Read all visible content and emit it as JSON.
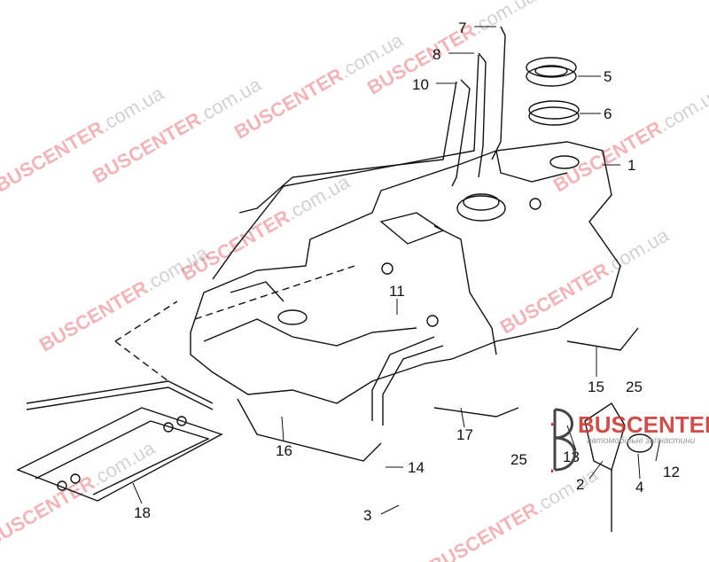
{
  "watermark": {
    "brand": "BUSCENTER",
    "domain": ".com.ua"
  },
  "logo": {
    "name": "BUSCENTER",
    "tagline": "автомобільні запчастини"
  },
  "part_labels": {
    "p1": "1",
    "p2": "2",
    "p3": "3",
    "p4": "4",
    "p5": "5",
    "p6": "6",
    "p7": "7",
    "p8": "8",
    "p10": "10",
    "p11": "11",
    "p12": "12",
    "p13": "13",
    "p14": "14",
    "p15": "15",
    "p16": "16",
    "p17": "17",
    "p18": "18",
    "p25a": "25",
    "p25b": "25"
  }
}
